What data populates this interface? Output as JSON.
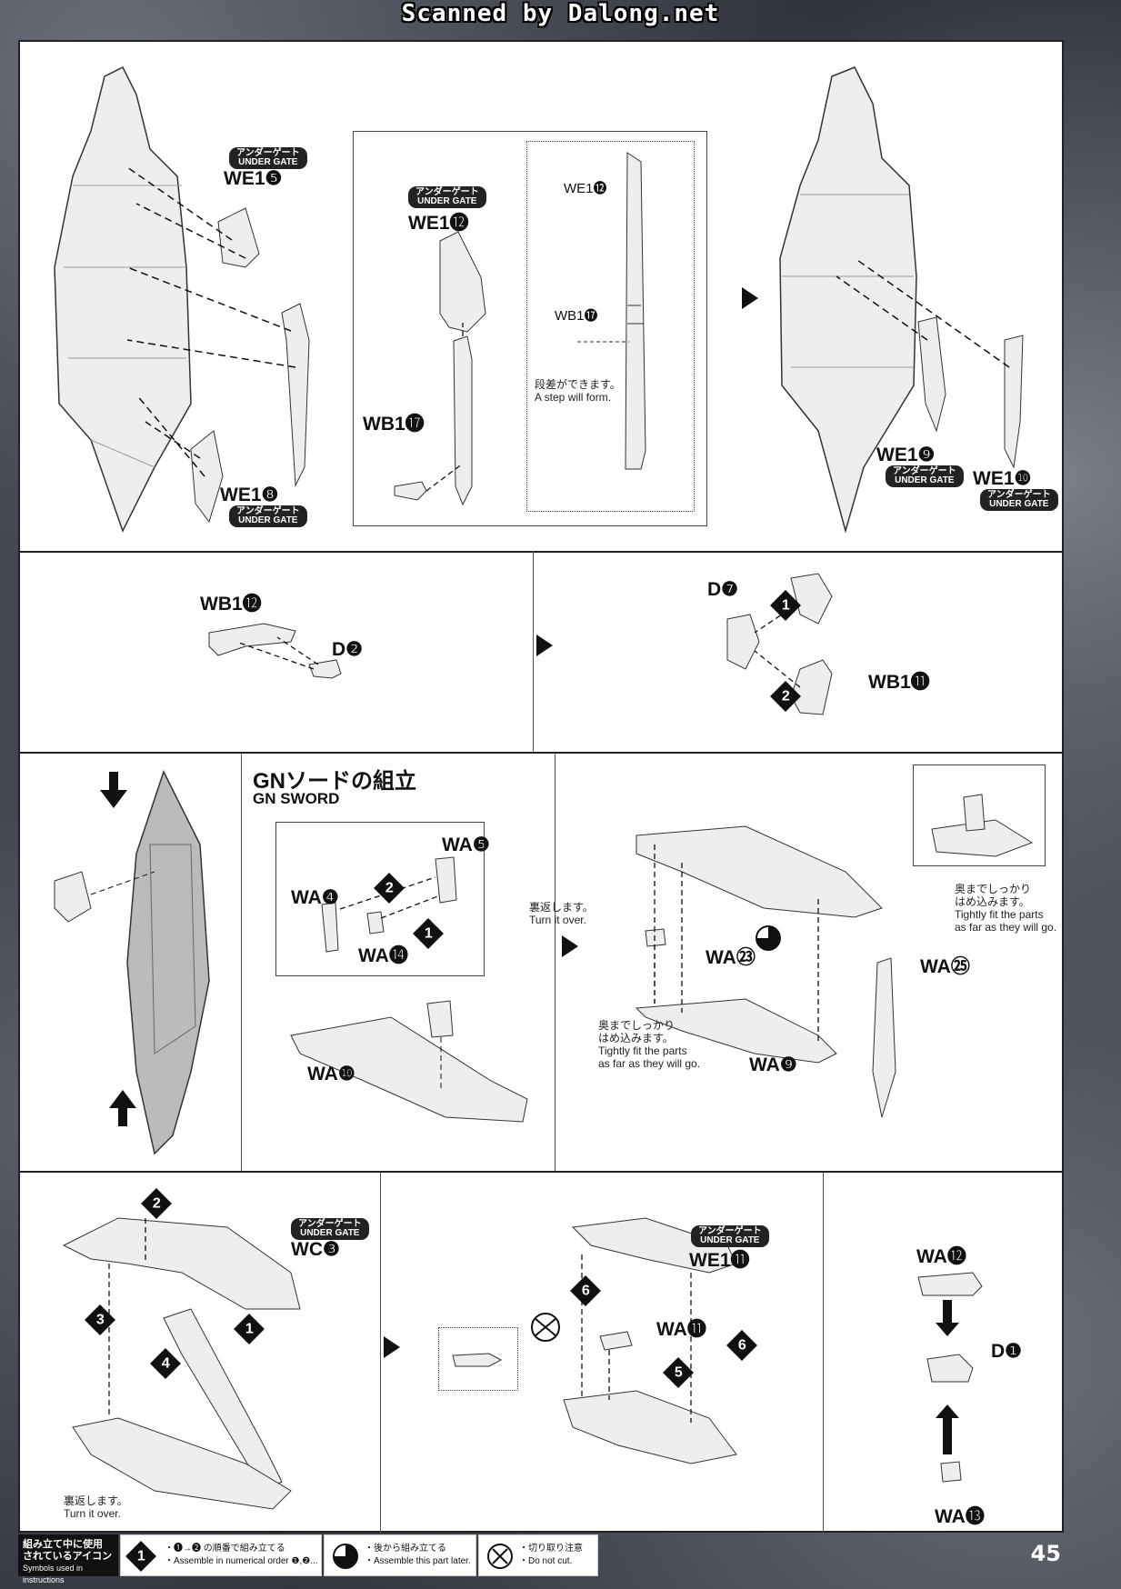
{
  "watermark": "Scanned by Dalong.net",
  "under_gate": {
    "jp": "アンダーゲート",
    "en": "UNDER GATE"
  },
  "row1": {
    "labels": {
      "we15": "WE1❺",
      "we112": "WE1⓬",
      "wb117a": "WB1⓱",
      "we112b": "WE1⓬",
      "wb117b": "WB1⓱",
      "we18": "WE1❽",
      "we19": "WE1❾",
      "we110": "WE1❿"
    },
    "step_note": {
      "jp": "段差ができます。",
      "en": "A step will form."
    }
  },
  "row2": {
    "labels": {
      "wb112": "WB1⓬",
      "d2": "D❷",
      "d7": "D❼",
      "wb111": "WB1⓫"
    },
    "steps": [
      "1",
      "2"
    ]
  },
  "row3": {
    "title": "GNソードの組立",
    "subtitle": "GN SWORD",
    "labels": {
      "wa5": "WA❺",
      "wa4": "WA❹",
      "wa14": "WA⓮",
      "wa10": "WA❿",
      "wa23": "WA㉓",
      "wa25": "WA㉕",
      "wa9": "WA❾"
    },
    "steps": [
      "2",
      "1"
    ],
    "turn_note": {
      "jp": "裏返します。",
      "en": "Turn it over."
    },
    "fit_note_right": {
      "jp": "奥までしっかり\nはめ込みます。",
      "en": "Tightly fit the parts\nas far as they will go."
    },
    "fit_note_left": {
      "jp": "奥までしっかり\nはめ込みます。",
      "en": "Tightly fit the parts\nas far as they will go."
    }
  },
  "row4": {
    "labels": {
      "wc3": "WC❸",
      "we111": "WE1⓫",
      "wa11": "WA⓫",
      "wa12": "WA⓬",
      "d1": "D❶",
      "wa13": "WA⓭"
    },
    "steps": [
      "2",
      "1",
      "3",
      "4",
      "6",
      "5",
      "6"
    ],
    "turn_note": {
      "jp": "裏返します。",
      "en": "Turn it over."
    }
  },
  "legend": {
    "title_jp1": "組み立て中に使用",
    "title_jp2": "されているアイコン",
    "title_en": "Symbols used in instructions",
    "numerical_jp": "・❶→❷ の順番で組み立てる",
    "numerical_en": "・Assemble in numerical order ❶,❷...",
    "later_jp": "・後から組み立てる",
    "later_en": "・Assemble this part later.",
    "cut_jp": "・切り取り注意",
    "cut_en": "・Do not cut."
  },
  "page_number": "45"
}
